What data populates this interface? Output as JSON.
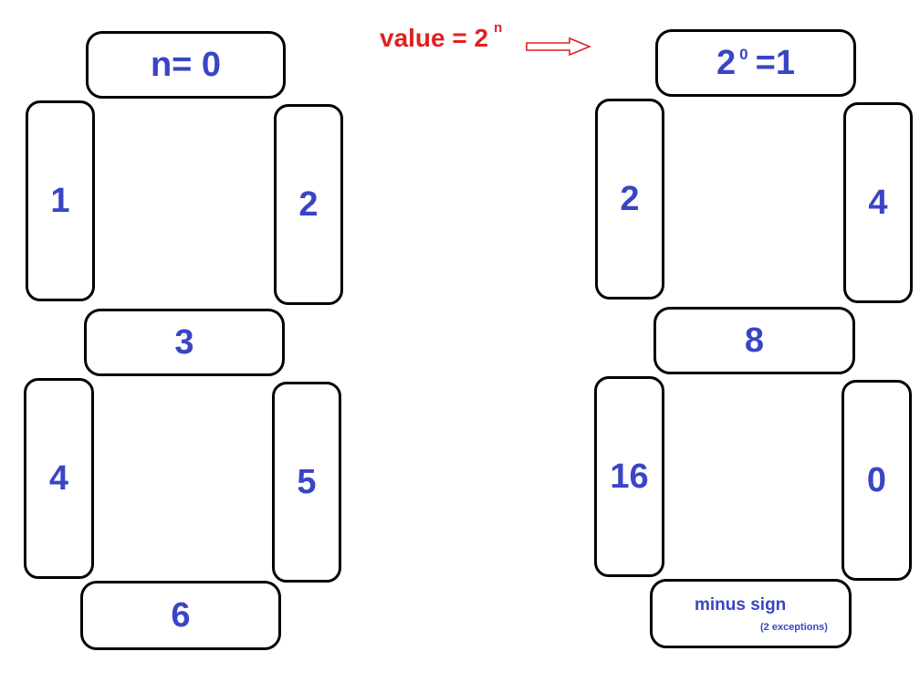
{
  "formula": {
    "text": "value = 2",
    "exponent": "n"
  },
  "left_display": {
    "top": "n= 0",
    "upper_left": "1",
    "upper_right": "2",
    "middle": "3",
    "lower_left": "4",
    "lower_right": "5",
    "bottom": "6"
  },
  "right_display": {
    "top_base": "2",
    "top_exponent": "0",
    "top_result": "=1",
    "upper_left": "2",
    "upper_right": "4",
    "middle": "8",
    "lower_left": "16",
    "lower_right": "0",
    "bottom_label": "minus sign",
    "bottom_note": "(2 exceptions)"
  },
  "colors": {
    "segment_text": "#3a45c4",
    "formula_text": "#e02020",
    "outline": "#000000"
  }
}
